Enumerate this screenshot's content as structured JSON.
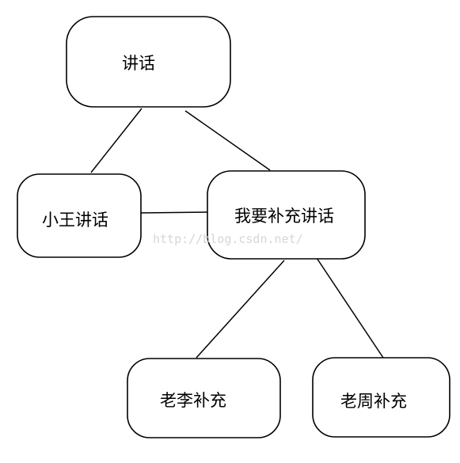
{
  "diagram": {
    "type": "tree",
    "nodes": {
      "root": "讲话",
      "wang": "小王讲话",
      "supplement": "我要补充讲话",
      "li": "老李补充",
      "zhou": "老周补充"
    },
    "edges": [
      [
        "root",
        "wang"
      ],
      [
        "root",
        "supplement"
      ],
      [
        "wang",
        "supplement"
      ],
      [
        "supplement",
        "li"
      ],
      [
        "supplement",
        "zhou"
      ]
    ],
    "watermark": "http://blog.csdn.net/"
  }
}
